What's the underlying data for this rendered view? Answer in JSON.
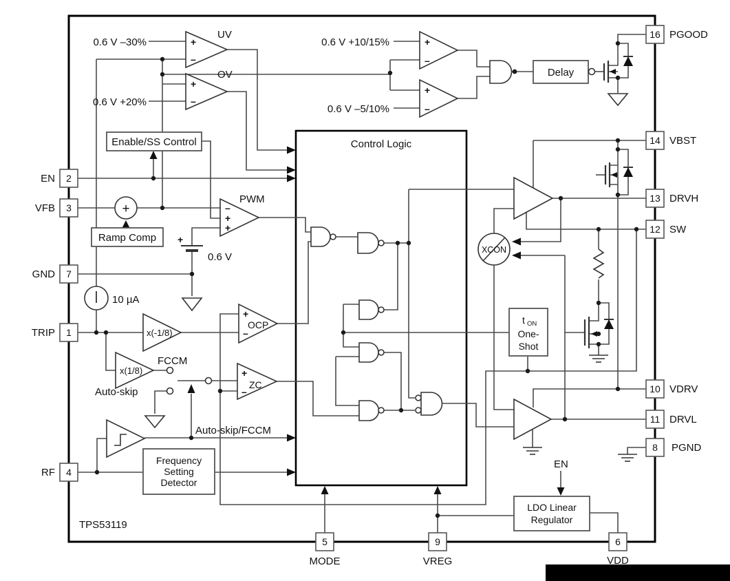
{
  "part_number": "TPS53119",
  "references": {
    "uv_threshold": "0.6 V –30%",
    "ov_threshold": "0.6 V +20%",
    "pg_upper": "0.6 V +10/15%",
    "pg_lower": "0.6 V –5/10%",
    "vref": "0.6 V",
    "current_source": "10 µA",
    "battery_plus": "+"
  },
  "comparators": {
    "uv": "UV",
    "ov": "OV",
    "pwm": "PWM",
    "ocp": "OCP",
    "zc": "ZC",
    "plus": "+",
    "minus": "–",
    "sum_plus": "+"
  },
  "blocks": {
    "enable_ss": "Enable/SS Control",
    "ramp_comp": "Ramp Comp",
    "control_logic": "Control Logic",
    "delay": "Delay",
    "freq_line1": "Frequency",
    "freq_line2": "Setting",
    "freq_line3": "Detector",
    "one_shot_t": "t",
    "one_shot_sub": "ON",
    "one_shot_line2": "One-",
    "one_shot_line3": "Shot",
    "ldo_line1": "LDO Linear",
    "ldo_line2": "Regulator",
    "xcon": "XCON"
  },
  "amps": {
    "inv_eighth": "x(-1/8)",
    "eighth": "x(1/8)"
  },
  "labels": {
    "fccm": "FCCM",
    "auto_skip": "Auto-skip",
    "auto_skip_fccm": "Auto-skip/FCCM",
    "en_internal": "EN"
  },
  "pins": {
    "p1": {
      "num": "1",
      "label": "TRIP"
    },
    "p2": {
      "num": "2",
      "label": "EN"
    },
    "p3": {
      "num": "3",
      "label": "VFB"
    },
    "p4": {
      "num": "4",
      "label": "RF"
    },
    "p5": {
      "num": "5",
      "label": "MODE"
    },
    "p6": {
      "num": "6",
      "label": "VDD"
    },
    "p7": {
      "num": "7",
      "label": "GND"
    },
    "p8": {
      "num": "8",
      "label": "PGND"
    },
    "p9": {
      "num": "9",
      "label": "VREG"
    },
    "p10": {
      "num": "10",
      "label": "VDRV"
    },
    "p11": {
      "num": "11",
      "label": "DRVL"
    },
    "p12": {
      "num": "12",
      "label": "SW"
    },
    "p13": {
      "num": "13",
      "label": "DRVH"
    },
    "p14": {
      "num": "14",
      "label": "VBST"
    },
    "p16": {
      "num": "16",
      "label": "PGOOD"
    }
  }
}
